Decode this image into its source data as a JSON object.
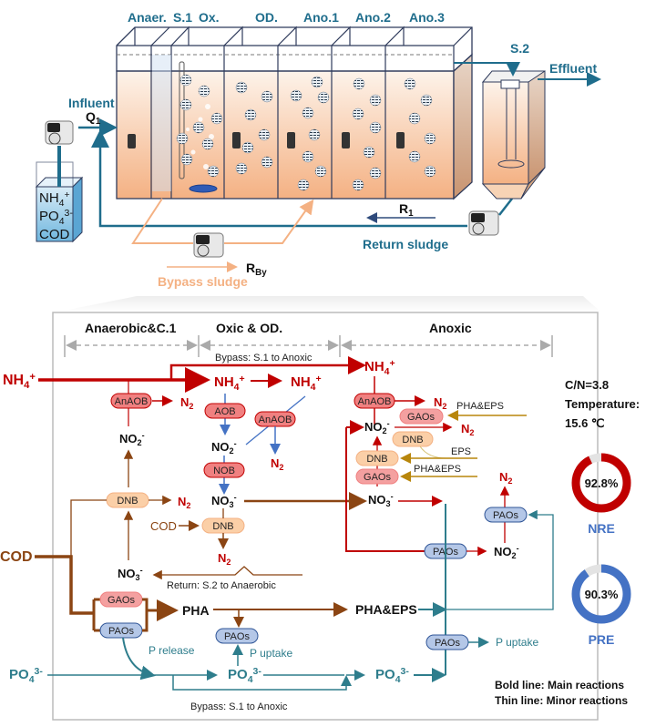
{
  "reactor": {
    "compartments": [
      "Anaer.",
      "S.1",
      "Ox.",
      "OD.",
      "Ano.1",
      "Ano.2",
      "Ano.3"
    ],
    "settler_label": "S.2",
    "influent_label": "Influent",
    "influent_flow": "Q",
    "influent_flow_sub": "1",
    "effluent_label": "Effluent",
    "feed_tank": [
      "NH",
      "PO",
      "COD"
    ],
    "feed_tank_nh_sub": "4",
    "feed_tank_nh_sup": "+",
    "feed_tank_po_sub": "4",
    "feed_tank_po_sup": "3-",
    "return_flow": "R",
    "return_flow_sub": "1",
    "return_label": "Return sludge",
    "bypass_flow": "R",
    "bypass_flow_sub": "By",
    "bypass_label": "Bypass sludge"
  },
  "pathway": {
    "zones": [
      "Anaerobic&C.1",
      "Oxic & OD.",
      "Anoxic"
    ],
    "bypass_top": "Bypass: S.1 to Anoxic",
    "bypass_bottom": "Bypass: S.1 to Anoxic",
    "return_label": "Return: S.2 to Anaerobic",
    "inputs": {
      "nh4": "NH",
      "cod": "COD",
      "po4": "PO"
    },
    "organisms": {
      "anaob": "AnAOB",
      "aob": "AOB",
      "nob": "NOB",
      "dnb": "DNB",
      "gaos": "GAOs",
      "paos": "PAOs"
    },
    "species": {
      "nh4": "NH",
      "no2": "NO",
      "no3": "NO",
      "n2": "N",
      "po4": "PO",
      "pha": "PHA",
      "pha_eps": "PHA&EPS",
      "eps": "EPS",
      "cod": "COD"
    },
    "notes": {
      "p_release": "P release",
      "p_uptake": "P uptake",
      "pha_eps_small": "PHA&EPS",
      "eps_small": "EPS"
    },
    "conditions": {
      "cn": "C/N=3.8",
      "temp_label": "Temperature:",
      "temp_value": "15.6 ℃"
    },
    "legend": {
      "bold": "Bold line: Main reactions",
      "thin": "Thin line: Minor reactions"
    }
  },
  "gauges": [
    {
      "name": "NRE",
      "value": 92.8,
      "label": "92.8%",
      "color": "#c00000"
    },
    {
      "name": "PRE",
      "value": 90.3,
      "label": "90.3%",
      "color": "#4472c4"
    }
  ],
  "colors": {
    "teal": "#1f6d8c",
    "red": "#c00000",
    "brown": "#8b4513",
    "blue": "#4472c4",
    "pathway_teal": "#2e7d8c",
    "gold": "#b8860b",
    "orange": "#f4b183"
  }
}
